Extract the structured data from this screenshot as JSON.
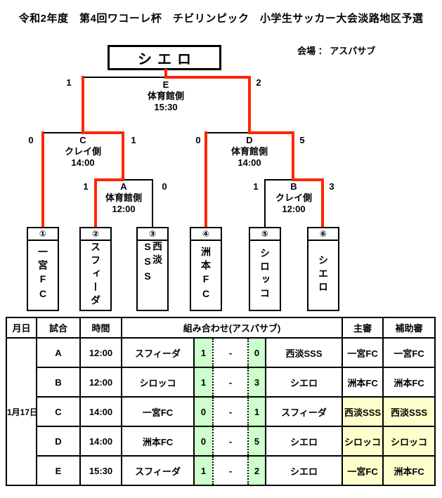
{
  "title": "令和2年度　第4回ワコーレ杯　チビリンピック　小学生サッカー大会淡路地区予選",
  "venue": "会場 ： アスパサブ",
  "champion": "シエロ",
  "matches": {
    "E": {
      "letter": "E",
      "court": "体育館側",
      "time": "15:30",
      "left_score": "1",
      "right_score": "2"
    },
    "C": {
      "letter": "C",
      "court": "クレイ側",
      "time": "14:00",
      "left_score": "0",
      "right_score": "1"
    },
    "D": {
      "letter": "D",
      "court": "体育館側",
      "time": "14:00",
      "left_score": "0",
      "right_score": "5"
    },
    "A": {
      "letter": "A",
      "court": "体育館側",
      "time": "12:00",
      "left_score": "1",
      "right_score": "0"
    },
    "B": {
      "letter": "B",
      "court": "クレイ側",
      "time": "12:00",
      "left_score": "1",
      "right_score": "3"
    }
  },
  "teams": [
    {
      "seed": "①",
      "name": "一宮FC"
    },
    {
      "seed": "②",
      "name": "スフィーダ"
    },
    {
      "seed": "③",
      "name": "西淡SSS"
    },
    {
      "seed": "④",
      "name": "洲本FC"
    },
    {
      "seed": "⑤",
      "name": "シロッコ"
    },
    {
      "seed": "⑥",
      "name": "シエロ"
    }
  ],
  "table": {
    "headers": {
      "date": "月日",
      "match": "試合",
      "time": "時間",
      "pairing": "組み合わせ(アスパサブ)",
      "referee": "主審",
      "assistant": "補助審"
    },
    "date": "1月17日",
    "rows": [
      {
        "match": "A",
        "time": "12:00",
        "home": "スフィーダ",
        "home_score": "1",
        "dash": "-",
        "away_score": "0",
        "away": "西淡SSS",
        "referee": "一宮FC",
        "assistant": "一宮FC",
        "referee_highlight": false
      },
      {
        "match": "B",
        "time": "12:00",
        "home": "シロッコ",
        "home_score": "1",
        "dash": "-",
        "away_score": "3",
        "away": "シエロ",
        "referee": "洲本FC",
        "assistant": "洲本FC",
        "referee_highlight": false
      },
      {
        "match": "C",
        "time": "14:00",
        "home": "一宮FC",
        "home_score": "0",
        "dash": "-",
        "away_score": "1",
        "away": "スフィーダ",
        "referee": "西淡SSS",
        "assistant": "西淡SSS",
        "referee_highlight": true
      },
      {
        "match": "D",
        "time": "14:00",
        "home": "洲本FC",
        "home_score": "0",
        "dash": "-",
        "away_score": "5",
        "away": "シエロ",
        "referee": "シロッコ",
        "assistant": "シロッコ",
        "referee_highlight": true
      },
      {
        "match": "E",
        "time": "15:30",
        "home": "スフィーダ",
        "home_score": "1",
        "dash": "-",
        "away_score": "2",
        "away": "シエロ",
        "referee": "一宮FC",
        "assistant": "洲本FC",
        "referee_highlight": true
      }
    ]
  },
  "colors": {
    "line_red": "#ff2600",
    "line_black": "#000000",
    "score_green": "#ccffcc",
    "referee_yellow": "#ffffcc"
  }
}
